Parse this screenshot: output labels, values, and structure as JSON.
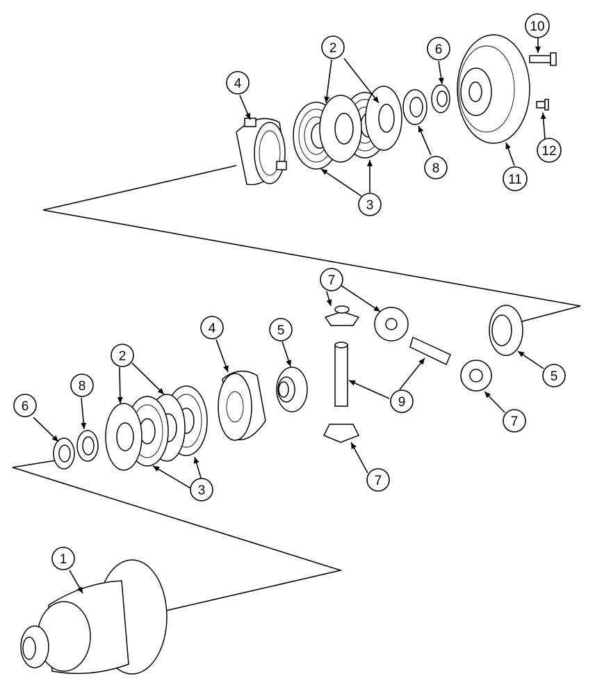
{
  "diagram": {
    "callouts": [
      {
        "key": "c1",
        "label": "1"
      },
      {
        "key": "c2_top",
        "label": "2"
      },
      {
        "key": "c3_top",
        "label": "3"
      },
      {
        "key": "c4_top",
        "label": "4"
      },
      {
        "key": "c6_top",
        "label": "6"
      },
      {
        "key": "c8_top",
        "label": "8"
      },
      {
        "key": "c10",
        "label": "10"
      },
      {
        "key": "c11",
        "label": "11"
      },
      {
        "key": "c12",
        "label": "12"
      },
      {
        "key": "c7_a",
        "label": "7"
      },
      {
        "key": "c4_mid",
        "label": "4"
      },
      {
        "key": "c5_left",
        "label": "5"
      },
      {
        "key": "c5_right",
        "label": "5"
      },
      {
        "key": "c9",
        "label": "9"
      },
      {
        "key": "c7_b",
        "label": "7"
      },
      {
        "key": "c7_c",
        "label": "7"
      },
      {
        "key": "c6_left",
        "label": "6"
      },
      {
        "key": "c8_left",
        "label": "8"
      },
      {
        "key": "c2_left",
        "label": "2"
      },
      {
        "key": "c3_left",
        "label": "3"
      }
    ]
  }
}
